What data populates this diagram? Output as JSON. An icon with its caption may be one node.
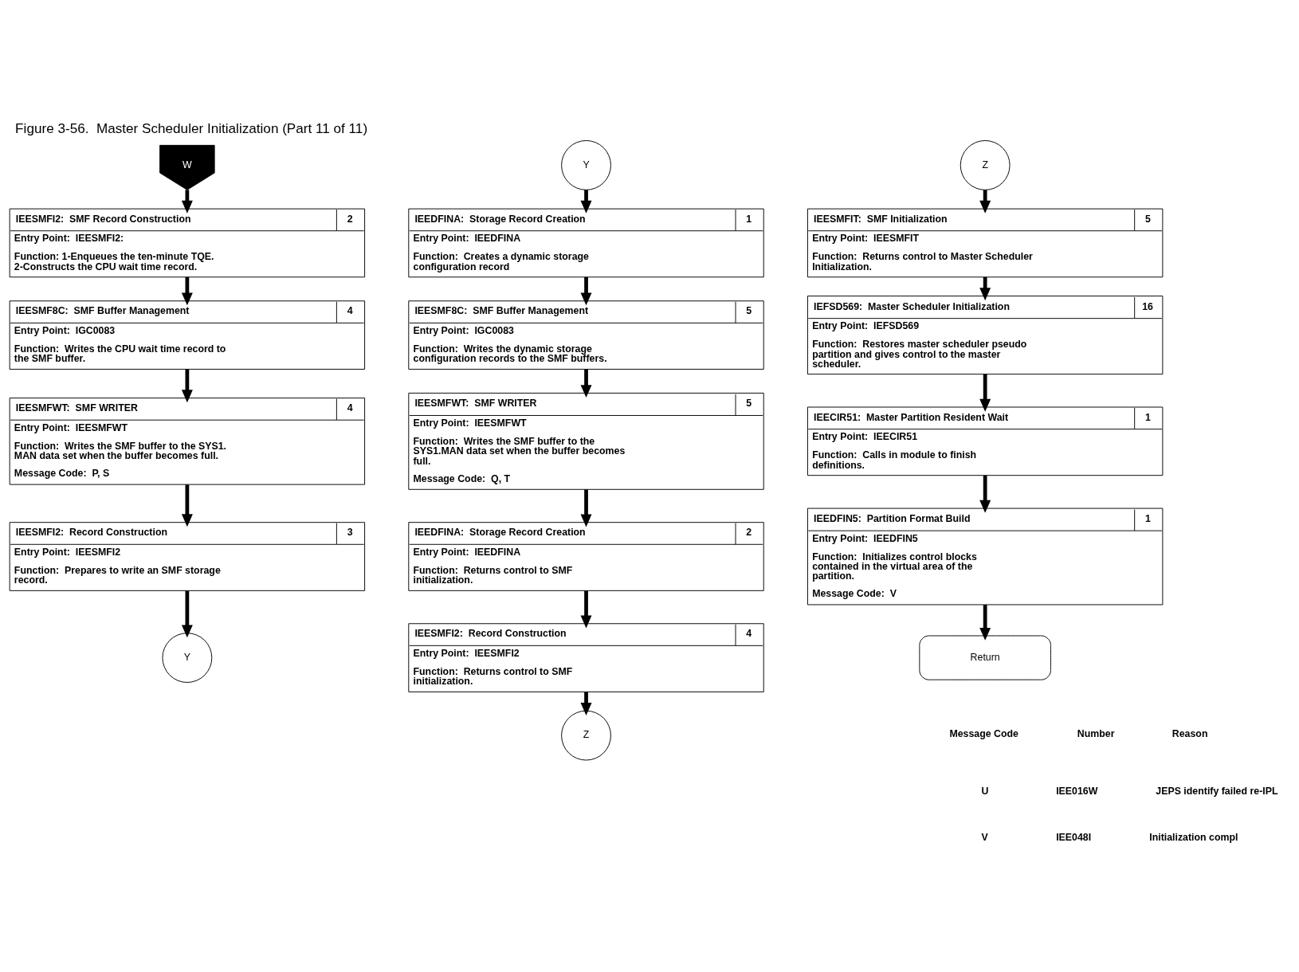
{
  "diagram": {
    "title": "Figure 3-56.  Master Scheduler Initialization (Part 11 of 11)",
    "nodes": [
      {
        "text": [
          "W"
        ]
      },
      {
        "text": [
          "IEESMFI2:  SMF Record Construction",
          "2",
          "Entry Point:  IEESMFI2:",
          "Function: 1-Enqueues the ten-minute TQE. 2-Constructs the CPU wait time record."
        ]
      },
      {
        "text": [
          "IEESMF8C:  SMF Buffer Management",
          "4",
          "Entry Point:  IGC0083",
          "Function:  Writes the CPU wait time record to the SMF buffer."
        ]
      },
      {
        "text": [
          "IEESMFWT:  SMF WRITER",
          "4",
          "Entry Point:  IEESMFWT",
          "Function:  Writes the SMF buffer to the SYS1. MAN data set when the buffer becomes full.",
          "Message Code:  P, S"
        ]
      },
      {
        "text": [
          "IEESMFI2:  Record Construction",
          "3",
          "Entry Point:  IEESMFI2",
          "Function:  Prepares to write an SMF storage record."
        ]
      },
      {
        "text": [
          "Y"
        ]
      },
      {
        "text": [
          "Y"
        ]
      },
      {
        "text": [
          "IEEDFINA:  Storage Record Creation",
          "1",
          "Entry Point:  IEEDFINA",
          "Function:  Creates a dynamic storage configuration record"
        ]
      },
      {
        "text": [
          "IEESMF8C:  SMF Buffer Management",
          "5",
          "Entry Point:  IGC0083",
          "Function:  Writes the dynamic storage configuration records to the SMF buffers."
        ]
      },
      {
        "text": [
          "IEESMFWT:  SMF WRITER",
          "5",
          "Entry Point:  IEESMFWT",
          "Function:  Writes the SMF buffer to the SYS1.MAN data set when the buffer becomes full.",
          "Message Code:  Q, T"
        ]
      },
      {
        "text": [
          "IEEDFINA:  Storage Record Creation",
          "2",
          "Entry Point:  IEEDFINA",
          "Function:  Returns control to SMF initialization."
        ]
      },
      {
        "text": [
          "IEESMFI2:  Record Construction",
          "4",
          "Entry Point:  IEESMFI2",
          "Function:  Returns control to SMF initialization."
        ]
      },
      {
        "text": [
          "Z"
        ]
      },
      {
        "text": [
          "Z"
        ]
      },
      {
        "text": [
          "IEESMFIT:  SMF Initialization",
          "5",
          "Entry Point:  IEESMFIT",
          "Function:  Returns control to Master Scheduler Initialization."
        ]
      },
      {
        "text": [
          "IEFSD569:  Master Scheduler Initialization",
          "16",
          "Entry Point:  IEFSD569",
          "Function:  Restores master scheduler pseudo partition and gives control to the master scheduler."
        ]
      },
      {
        "text": [
          "IEECIR51:  Master Partition Resident Wait",
          "1",
          "Entry Point:  IEECIR51",
          "Function:  Calls in module to finish definitions."
        ]
      },
      {
        "text": [
          "IEEDFIN5:  Partition Format Build",
          "1",
          "Entry Point:  IEEDFIN5",
          "Function:  Initializes control blocks contained in the virtual area of the partition.",
          "Message Code:  V"
        ]
      },
      {
        "text": [
          "Return"
        ]
      }
    ],
    "edges": [
      {
        "from": 0,
        "to": 1,
        "arrow": "to"
      },
      {
        "from": 1,
        "to": 2,
        "arrow": "to"
      },
      {
        "from": 2,
        "to": 3,
        "arrow": "to"
      },
      {
        "from": 3,
        "to": 4,
        "arrow": "to"
      },
      {
        "from": 4,
        "to": 5,
        "arrow": "to"
      },
      {
        "from": 6,
        "to": 7,
        "arrow": "to"
      },
      {
        "from": 7,
        "to": 8,
        "arrow": "to"
      },
      {
        "from": 8,
        "to": 9,
        "arrow": "to"
      },
      {
        "from": 9,
        "to": 10,
        "arrow": "to"
      },
      {
        "from": 10,
        "to": 11,
        "arrow": "to"
      },
      {
        "from": 11,
        "to": 12,
        "arrow": "to"
      },
      {
        "from": 13,
        "to": 14,
        "arrow": "to"
      },
      {
        "from": 14,
        "to": 15,
        "arrow": "to"
      },
      {
        "from": 15,
        "to": 16,
        "arrow": "to"
      },
      {
        "from": 16,
        "to": 17,
        "arrow": "to"
      },
      {
        "from": 17,
        "to": 18,
        "arrow": "to"
      }
    ],
    "labels": [
      "Message Code",
      "Number",
      "Reason",
      "U",
      "IEE016W",
      "JEPS identify failed re-IPL",
      "V",
      "IEE048I",
      "Initialization compl"
    ]
  }
}
